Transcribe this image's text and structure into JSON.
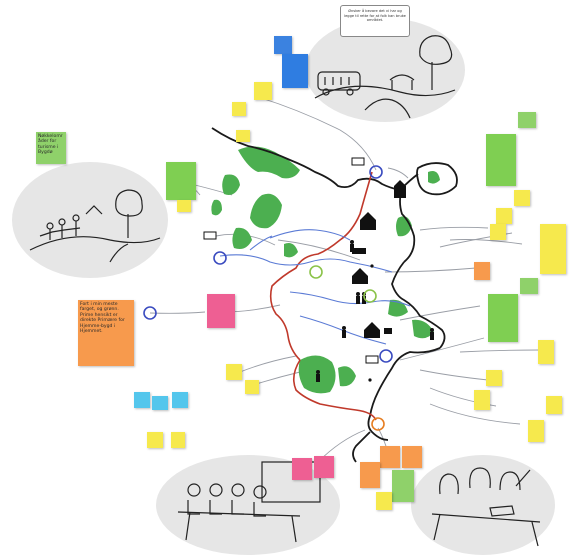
{
  "notes": {
    "green_left": "Nøkkelområder for turisme i Bygdø",
    "orange_left": "Fort i min meste farget, og grønn. Prime hensikt er direkte Primære for Hjemme-bygd i Hjemmet.",
    "speech": "Ønsker å bevare det vi har og legge til rette for at folk kan bruke området."
  }
}
